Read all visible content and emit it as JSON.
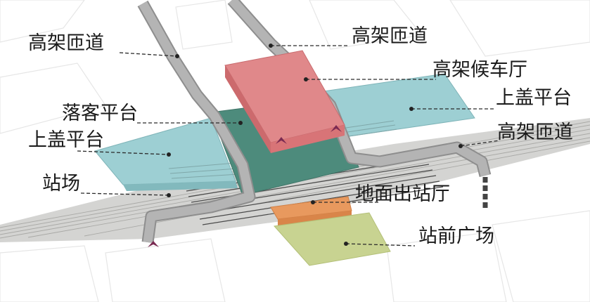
{
  "labels": {
    "ramp_top_left": "高架匝道",
    "ramp_top_right": "高架匝道",
    "elevated_waiting_hall": "高架候车厅",
    "upper_cover_platform_right": "上盖平台",
    "drop_off_platform": "落客平台",
    "upper_cover_platform_left": "上盖平台",
    "ramp_right": "高架匝道",
    "station_yard": "站场",
    "ground_exit_hall": "地面出站厅",
    "station_front_plaza": "站前广场"
  },
  "colors": {
    "waiting_hall": "#e0888a",
    "upper_platform": "#9dcfd3",
    "drop_off_platform": "#4d8b7c",
    "exit_hall": "#e8995e",
    "plaza": "#c8d391",
    "station_yard": "#d4d4d2",
    "ramp": "#b4b4b4",
    "arrow": "#7a2a52"
  }
}
